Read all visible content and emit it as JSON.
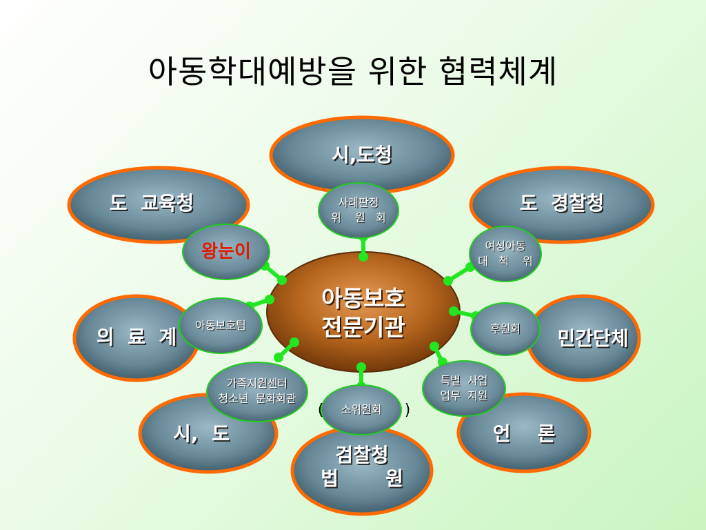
{
  "page": {
    "title": "아동학대예방을 위한 협력체계"
  },
  "center": {
    "label": "아동보호\n전문기관"
  },
  "outer_nodes": {
    "top": "시,도청",
    "top_left": "도  교육청",
    "top_right": "도  경찰청",
    "left": "의  료  계",
    "right": "민간단체",
    "bottom_left": "시,  도",
    "bottom": "검찰청\n법       원",
    "bottom_right": "언    론"
  },
  "inner_nodes": {
    "committee": "사례판정\n위    원   회",
    "wangnuni": "왕눈이",
    "team": "아동보호팀",
    "women": "여성아동\n대   책    위",
    "sponsor": "후원회",
    "youth": "가족지원센터\n청소년  문화회관",
    "subcommittee": "소위원회",
    "special": "특별  사업\n업무  지원"
  },
  "paren": {
    "open": "(",
    "close": ")"
  },
  "colors": {
    "outer_fill": "#6b8c9c",
    "outer_ring": "#ff6a00",
    "inner_ring": "#22cc22",
    "connector": "#22e622",
    "center_fill": "#b5651d"
  }
}
